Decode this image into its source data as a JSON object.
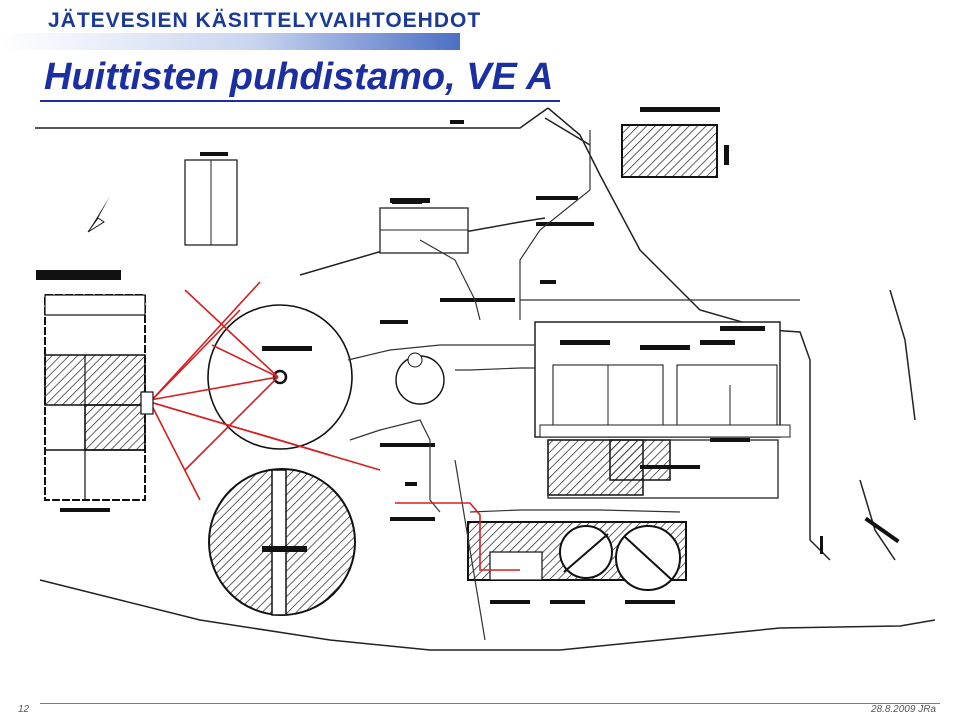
{
  "header": {
    "section_title": "JÄTEVESIEN KÄSITTELYVAIHTOEHDOT",
    "slide_title": "Huittisten puhdistamo, VE A"
  },
  "footer": {
    "page_number": "12",
    "date_author": "28.8.2009 JRa"
  },
  "colors": {
    "header_blue": "#1a3a9a",
    "title_blue": "#1c2fa0",
    "pipe_red": "#d42020",
    "drawing_black": "#111111"
  }
}
